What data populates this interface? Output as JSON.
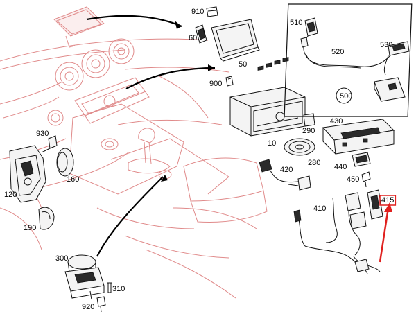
{
  "callouts": [
    {
      "id": "910"
    },
    {
      "id": "60"
    },
    {
      "id": "50"
    },
    {
      "id": "900"
    },
    {
      "id": "10"
    },
    {
      "id": "930"
    },
    {
      "id": "120"
    },
    {
      "id": "160"
    },
    {
      "id": "190"
    },
    {
      "id": "300"
    },
    {
      "id": "310"
    },
    {
      "id": "920"
    },
    {
      "id": "510"
    },
    {
      "id": "520"
    },
    {
      "id": "530"
    },
    {
      "id": "500"
    },
    {
      "id": "430"
    },
    {
      "id": "290"
    },
    {
      "id": "280"
    },
    {
      "id": "420"
    },
    {
      "id": "440"
    },
    {
      "id": "450"
    },
    {
      "id": "410"
    },
    {
      "id": "415"
    }
  ],
  "colors": {
    "interior_line": "#e08a8a",
    "highlight": "#e0201e",
    "part_line": "#111111"
  }
}
